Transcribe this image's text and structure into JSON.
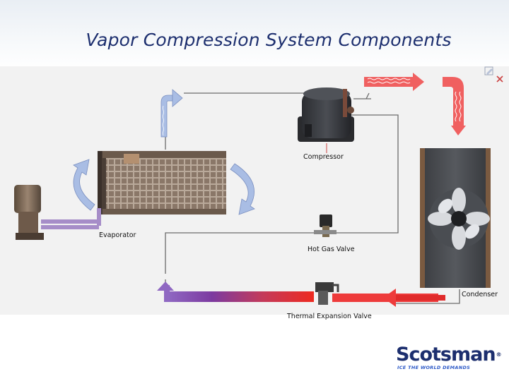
{
  "slide": {
    "title": "Vapor Compression System Components"
  },
  "components": {
    "compressor": "Compressor",
    "evaporator": "Evaporator",
    "hot_gas_valve": "Hot Gas Valve",
    "condenser": "Condenser",
    "thermal_expansion_valve": "Thermal Expansion Valve"
  },
  "brand": {
    "name": "Scotsman",
    "registered": "®",
    "tagline": "ICE THE WORLD DEMANDS"
  },
  "colors": {
    "title": "#1c2e6e",
    "hot_refrigerant": "#ee3b3b",
    "cold_refrigerant": "#7a5cb8",
    "low_side_arrow": "#8aa6d8",
    "brand_blue": "#1c2e6e"
  },
  "icons": [
    "edit-pen-icon",
    "close-icon",
    "fan-icon"
  ]
}
